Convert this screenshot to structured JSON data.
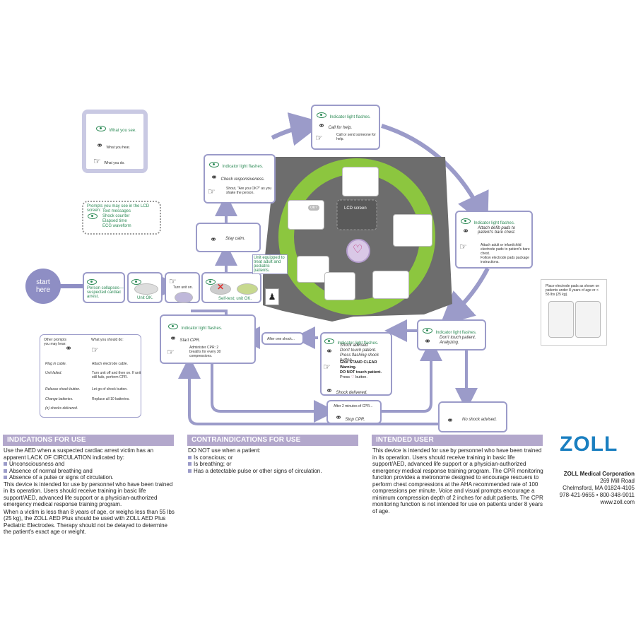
{
  "legend": {
    "see": "What you see.",
    "hear": "What you hear.",
    "do": "What you do."
  },
  "lcd_prompts": {
    "title": "Prompts you may see in the LCD screen:",
    "items": [
      "Text messages",
      "Shock counter",
      "Elapsed time",
      "ECG waveform"
    ]
  },
  "start": {
    "label": "start here"
  },
  "steps": {
    "collapse": "Person collapses—suspected cardiac arrest.",
    "unit_ok": "Unit OK.",
    "turn_on": "Turn unit on.",
    "self_test": "Self-test; unit OK.",
    "stay_calm": "Stay calm.",
    "unit_equipped": "Unit equipped to treat adult and pediatric patients.",
    "check": {
      "see": "Indicator light flashes.",
      "hear": "Check responsiveness.",
      "do": "Shout, \"Are you OK?\" as you shake the person."
    },
    "call": {
      "see": "Indicator light flashes.",
      "hear": "Call for help.",
      "do": "Call or send someone for help."
    },
    "attach": {
      "see": "Indicator light flashes.",
      "hear": "Attach defib pads to patient's bare chest.",
      "do1": "Attach adult or infant/child electrode pads to patient's bare chest.",
      "do2": "Follow electrode pads package instructions."
    },
    "analyze": {
      "see": "Indicator light flashes.",
      "hear1": "Don't touch patient.",
      "hear2": "Analyzing."
    },
    "shock": {
      "see": "Indicator light flashes.",
      "hear1": "Shock advised.",
      "hear2": "Don't touch patient.",
      "hear3": "Press flashing shock button.",
      "do1": "Give STAND CLEAR",
      "do2": "Warning.",
      "do3": "DO NOT touch patient.",
      "do4a": "Press",
      "do4b": "button.",
      "hear4": "Shock delivered."
    },
    "cpr": {
      "see": "Indicator light flashes.",
      "hear": "Start CPR.",
      "do": "Administer CPR: 2 breaths for every 30 compressions."
    },
    "after_shock": "After one shock...",
    "after_cpr": {
      "label": "After 2 minutes of CPR...",
      "hear": "Stop CPR."
    },
    "no_shock": "No shock advised.",
    "lcd_screen": "LCD screen",
    "ok_bubble": "OK?"
  },
  "pads_note": {
    "text": "Place electrode pads as shown on patients under 8 years of age or < 55 lbs (25 kg)."
  },
  "other_prompts": {
    "col1": "Other prompts you may hear:",
    "col2": "What you should do:",
    "rows": [
      [
        "Plug in cable.",
        "Attach electrode cable."
      ],
      [
        "Unit failed.",
        "Turn unit off and then on. If unit still fails, perform CPR."
      ],
      [
        "Release shock button.",
        "Let go of shock button."
      ],
      [
        "Change batteries.",
        "Replace all 10 batteries."
      ],
      [
        "(n) shocks delivered.",
        ""
      ]
    ]
  },
  "indications": {
    "title": "INDICATIONS FOR USE",
    "p1": "Use the AED when a suspected cardiac arrest victim has an apparent LACK OF CIRCULATION indicated by:",
    "bullets": [
      "Unconsciousness and",
      "Absence of normal breathing and",
      "Absence of a pulse or signs of circulation."
    ],
    "p2": "This device is intended for use by personnel who have been trained in its operation. Users should receive training in basic life support/AED, advanced life support or a physician-authorized emergency medical response training program.",
    "p3": "When a victim is less than 8 years of age, or weighs less than 55 lbs (25 kg), the ZOLL AED Plus should be used with ZOLL AED Plus Pediatric Electrodes. Therapy should not be delayed to determine the patient's exact age or weight."
  },
  "contraindications": {
    "title": "CONTRAINDICATIONS FOR USE",
    "p1": "DO NOT use when a patient:",
    "bullets": [
      "Is conscious; or",
      "Is breathing; or",
      "Has a detectable pulse or other signs of circulation."
    ]
  },
  "intended": {
    "title": "INTENDED USER",
    "p1": "This device is intended for use by personnel who have been trained in its operation. Users should receive training in basic life support/AED, advanced life support or a physician-authorized emergency medical response training program. The CPR monitoring function provides a metronome designed to encourage rescuers to perform chest compressions at the AHA recommended rate of 100 compressions per minute. Voice and visual prompts encourage a minimum compression depth of 2 inches for adult patients. The CPR monitoring function is not intended for use on patients under 8 years of age."
  },
  "company": {
    "logo": "ZOLL",
    "name": "ZOLL Medical Corporation",
    "address1": "269 Mill Road",
    "address2": "Chelmsford, MA 01824-4105",
    "phone": "978-421-9655 • 800-348-9011",
    "web": "www.zoll.com"
  },
  "colors": {
    "accent": "#9b9bc9",
    "header": "#b3a8cc",
    "green": "#8cc63f",
    "device": "#6d6d6d",
    "brand": "#1a7fc0"
  }
}
